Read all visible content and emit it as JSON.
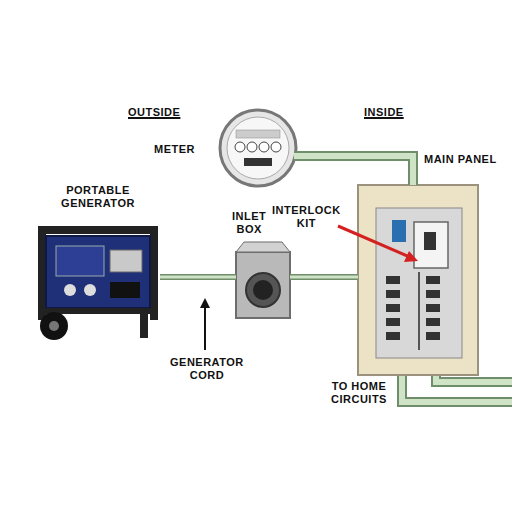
{
  "diagram": {
    "nodes": [
      {
        "text": [
          "METER"
        ]
      },
      {
        "text": [
          "MAIN PANEL"
        ]
      },
      {
        "text": [
          "PORTABLE GENERATOR"
        ]
      },
      {
        "text": [
          "INLET BOX"
        ]
      }
    ],
    "edges": [
      {
        "from": 0,
        "to": 1,
        "arrow": "none"
      },
      {
        "from": 2,
        "to": 3,
        "arrow": "none"
      },
      {
        "from": 3,
        "to": 1,
        "arrow": "none"
      }
    ],
    "labels": [
      "OUTSIDE",
      "INSIDE",
      "INTERLOCK KIT",
      "GENERATOR CORD",
      "TO HOME CIRCUITS"
    ]
  }
}
